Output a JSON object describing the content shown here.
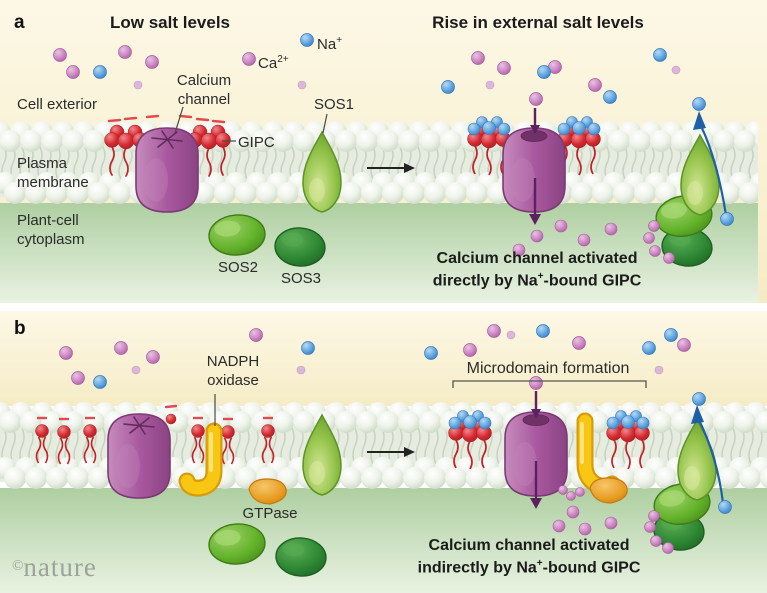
{
  "panel_a": {
    "label": "a",
    "title_left": "Low salt levels",
    "title_right": "Rise in external salt levels",
    "cell_exterior": "Cell exterior",
    "calcium_channel_label": "Calcium\nchannel",
    "sos1_label": "SOS1",
    "gipc_label": "GIPC",
    "plasma_membrane_label": "Plasma\nmembrane",
    "cytoplasm_label": "Plant-cell\ncytoplasm",
    "sos2_label": "SOS2",
    "sos3_label": "SOS3",
    "caption_line1": "Calcium channel activated",
    "caption_line2_pre": "directly by Na",
    "caption_line2_sup": "+",
    "caption_line2_post": "-bound GIPC"
  },
  "panel_b": {
    "label": "b",
    "nadph_label": "NADPH\noxidase",
    "gtpase_label": "GTPase",
    "microdomain_label": "Microdomain formation",
    "caption_line1": "Calcium channel activated",
    "caption_line2_pre": "indirectly by Na",
    "caption_line2_sup": "+",
    "caption_line2_post": "-bound GIPC"
  },
  "ions": {
    "sodium": {
      "label_pre": "Na",
      "label_sup": "+",
      "color": "#5ea5e0"
    },
    "calcium": {
      "label_pre": "Ca",
      "label_sup": "2+",
      "color": "#cf8ac6"
    }
  },
  "watermark": {
    "symbol": "©",
    "name": "nature"
  },
  "colors": {
    "exterior": "#f9f1d4",
    "cytoplasm": "#bcd7b0",
    "membrane_sphere": "#eef3ea",
    "gipc_red": "#d42a30",
    "channel_purple": "#a6569c",
    "sos_green": "#8abd3f",
    "nadph_yellow": "#f7c713",
    "gtpase_orange": "#e79b1f",
    "arrow_purple": "#5c2160",
    "arrow_blue": "#1f5fa8"
  }
}
